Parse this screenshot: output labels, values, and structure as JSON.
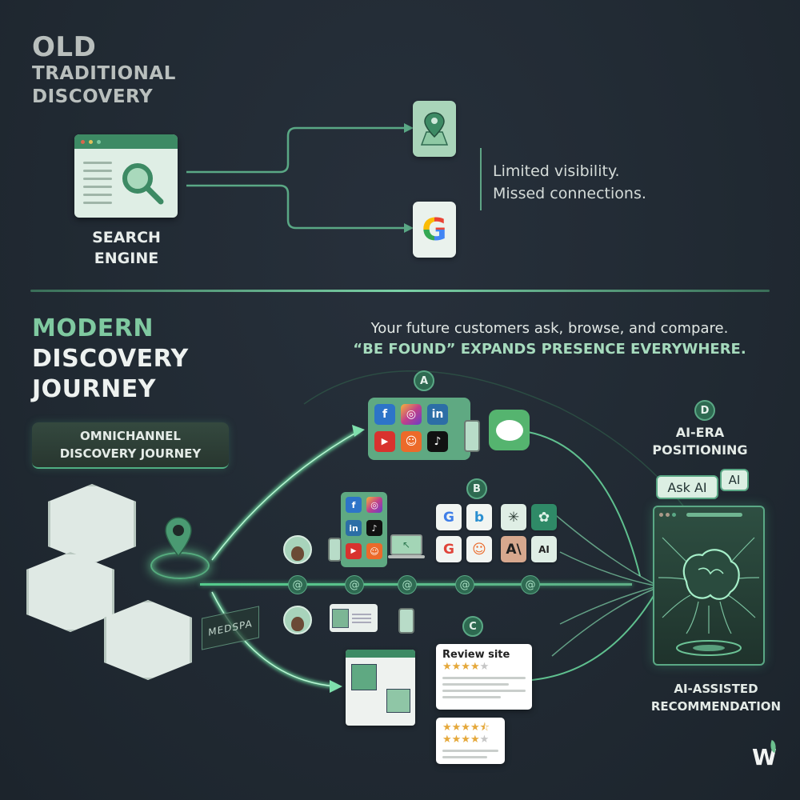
{
  "old_section": {
    "title_line1": "OLD",
    "title_line2": "TRADITIONAL",
    "title_line3": "DISCOVERY",
    "search_engine_label_line1": "SEARCH",
    "search_engine_label_line2": "ENGINE",
    "destinations": [
      {
        "icon": "map-pin-icon"
      },
      {
        "icon": "google-icon",
        "glyph": "G"
      }
    ],
    "note_line1": "Limited visibility.",
    "note_line2": "Missed connections."
  },
  "modern_section": {
    "title_line1": "MODERN",
    "title_line2": "DISCOVERY",
    "title_line3": "JOURNEY",
    "omnichannel_line1": "OMNICHANNEL",
    "omnichannel_line2": "DISCOVERY JOURNEY",
    "tagline_line1": "Your future customers ask, browse, and compare.",
    "tagline_line2": "“BE FOUND” EXPANDS PRESENCE EVERYWHERE.",
    "medspa_label": "MEDSPA",
    "badges": {
      "a": "A",
      "b": "B",
      "c": "C",
      "d": "D"
    },
    "social_icons": [
      {
        "name": "facebook",
        "glyph": "f",
        "color": "#2d74c8"
      },
      {
        "name": "instagram",
        "glyph": "◎",
        "color": "#c0408a"
      },
      {
        "name": "linkedin",
        "glyph": "in",
        "color": "#2c6ea6"
      },
      {
        "name": "youtube",
        "glyph": "▶",
        "color": "#d8322e"
      },
      {
        "name": "reddit",
        "glyph": "☺",
        "color": "#ec6a2a"
      },
      {
        "name": "tiktok",
        "glyph": "♪",
        "color": "#111111"
      }
    ],
    "search_icons": [
      {
        "name": "google",
        "glyph": "G",
        "bg": "#f1f5f2",
        "fg": "#3f7ee8"
      },
      {
        "name": "bing",
        "glyph": "b",
        "bg": "#f1f5f2",
        "fg": "#2a8fd0"
      },
      {
        "name": "google",
        "glyph": "G",
        "bg": "#f1f5f2",
        "fg": "#e0443a"
      },
      {
        "name": "reddit",
        "glyph": "☺",
        "bg": "#f1f5f2",
        "fg": "#ec6a2a"
      }
    ],
    "ai_icons": [
      {
        "name": "perplexity",
        "glyph": "✳",
        "bg": "#dfeee5",
        "fg": "#2b3b34"
      },
      {
        "name": "chatgpt",
        "glyph": "✿",
        "bg": "#2f8a67",
        "fg": "#dff3e8"
      },
      {
        "name": "anthropic",
        "glyph": "A\\",
        "bg": "#d7a88e",
        "fg": "#1f1f1f"
      },
      {
        "name": "ai-chat",
        "glyph": "AI",
        "bg": "#dfeee5",
        "fg": "#222"
      }
    ],
    "review_site_title": "Review site",
    "review_stars": [
      {
        "filled": "★★★★",
        "empty": "★"
      },
      {
        "filled": "★★★★⯪",
        "empty": ""
      },
      {
        "filled": "★★★★",
        "empty": "★"
      }
    ],
    "ai_era_line1": "AI-ERA",
    "ai_era_line2": "POSITIONING",
    "ask_ai_label": "Ask AI",
    "ai_bubble_label": "AI",
    "ai_assisted_line1": "AI-ASSISTED",
    "ai_assisted_line2": "RECOMMENDATION"
  },
  "brand": {
    "logo_glyph": "W",
    "accent": "#5aa885",
    "accent_light": "#7fc9a0",
    "background": "#212a33"
  }
}
